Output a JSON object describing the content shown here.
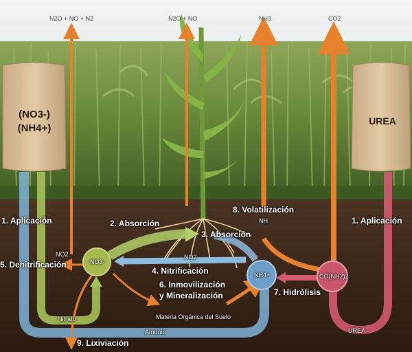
{
  "gases": {
    "left": "N2O + NO + N2",
    "center": "N2O + NO",
    "ammonia": "NH3",
    "co2": "CO2"
  },
  "bags": {
    "left_line1": "(NO3-)",
    "left_line2": "(NH4+)",
    "right": "UREA"
  },
  "nodes": {
    "no3": "NO3-",
    "nh4": "NH4+",
    "urea": "CO(NH2)2"
  },
  "steps": {
    "aplicacion_left": "1. Aplicación",
    "absorcion_2": "2. Absorción",
    "absorcion_3": "3. Absorción",
    "nitrificacion": "4. Nitrificación",
    "denitrificacion": "5. Denitrificación",
    "inmovilizacion": "6. Inmovilización",
    "mineralizacion": "y Mineralización",
    "hidrolisis": "7. Hidrólisis",
    "volatilizacion": "8. Volatilización",
    "lixiviacion": "9. Lixiviación",
    "aplicacion_right": "1. Aplicación"
  },
  "small_labels": {
    "no2_left": "NO2",
    "no2_center": "NO2",
    "nh_top": "NH",
    "nitrato": "Nitrato",
    "amonio": "Amonio",
    "urea_flow": "UREA",
    "materia": "Materia Orgánica del Suelo"
  },
  "colors": {
    "orange": "#e8812e",
    "blue": "#7fb2d8",
    "green": "#a6c25a",
    "pink": "#d45a72"
  }
}
